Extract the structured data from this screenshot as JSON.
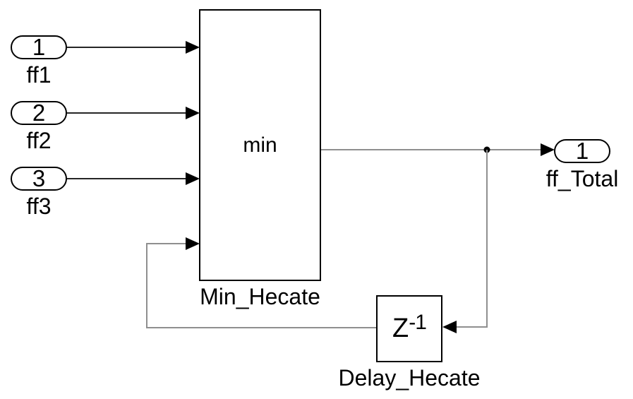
{
  "diagram": {
    "type": "simulink-block-diagram",
    "colors": {
      "background": "#ffffff",
      "block_border": "#000000",
      "input_wire": "#262626",
      "signal_wire": "#8f8f8f",
      "arrowhead": "#000000",
      "text": "#000000"
    }
  },
  "inports": [
    {
      "number": "1",
      "label": "ff1"
    },
    {
      "number": "2",
      "label": "ff2"
    },
    {
      "number": "3",
      "label": "ff3"
    }
  ],
  "outports": [
    {
      "number": "1",
      "label": "ff_Total"
    }
  ],
  "blocks": {
    "min_block": {
      "content": "min",
      "name": "Min_Hecate"
    },
    "delay_block": {
      "symbol_base": "Z",
      "symbol_exponent": "-1",
      "name": "Delay_Hecate"
    }
  }
}
